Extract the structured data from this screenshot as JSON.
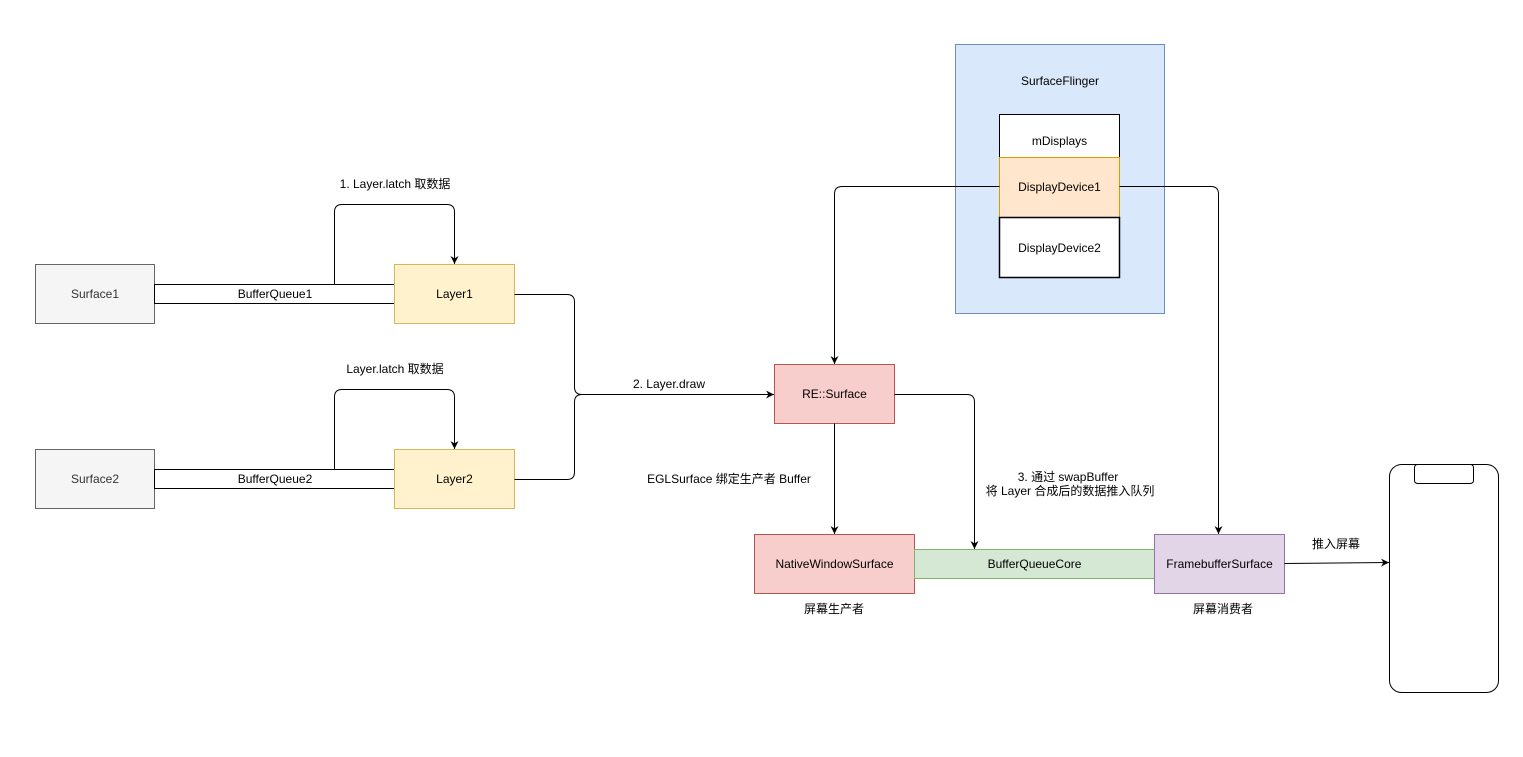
{
  "nodes": {
    "surface1": "Surface1",
    "buffer_queue1": "BufferQueue1",
    "layer1": "Layer1",
    "surface2": "Surface2",
    "buffer_queue2": "BufferQueue2",
    "layer2": "Layer2",
    "re_surface": "RE::Surface",
    "surface_flinger": "SurfaceFlinger",
    "m_displays": "mDisplays",
    "display_device1": "DisplayDevice1",
    "display_device2": "DisplayDevice2",
    "native_window_surface": "NativeWindowSurface",
    "buffer_queue_core": "BufferQueueCore",
    "framebuffer_surface": "FramebufferSurface"
  },
  "labels": {
    "latch1": "1. Layer.latch 取数据",
    "latch2": "Layer.latch 取数据",
    "draw": "2. Layer.draw",
    "egl": "EGLSurface 绑定生产者 Buffer",
    "swap_line1": "3. 通过 swapBuffer",
    "swap_line2": "将 Layer 合成后的数据推入队列",
    "producer": "屏幕生产者",
    "consumer": "屏幕消费者",
    "push_screen": "推入屏幕"
  },
  "colors": {
    "gray_fill": "#f5f5f5",
    "gray_stroke": "#666666",
    "yellow_fill": "#fff2cc",
    "yellow_stroke": "#d6b656",
    "red_fill": "#f8cecc",
    "red_stroke": "#b85450",
    "blue_fill": "#dae8fc",
    "blue_stroke": "#6c8ebf",
    "orange_fill": "#ffe6cc",
    "orange_stroke": "#d79b00",
    "green_fill": "#d5e8d4",
    "green_stroke": "#82b366",
    "purple_fill": "#e1d5e7",
    "purple_stroke": "#9673a6",
    "white_fill": "#ffffff",
    "black_stroke": "#000000"
  }
}
